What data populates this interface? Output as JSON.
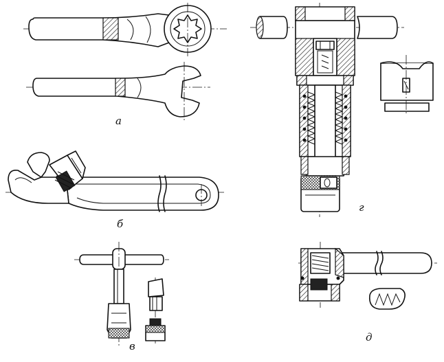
{
  "figure": {
    "labels": {
      "a": "а",
      "b": "б",
      "v": "в",
      "g": "г",
      "d": "д"
    }
  }
}
